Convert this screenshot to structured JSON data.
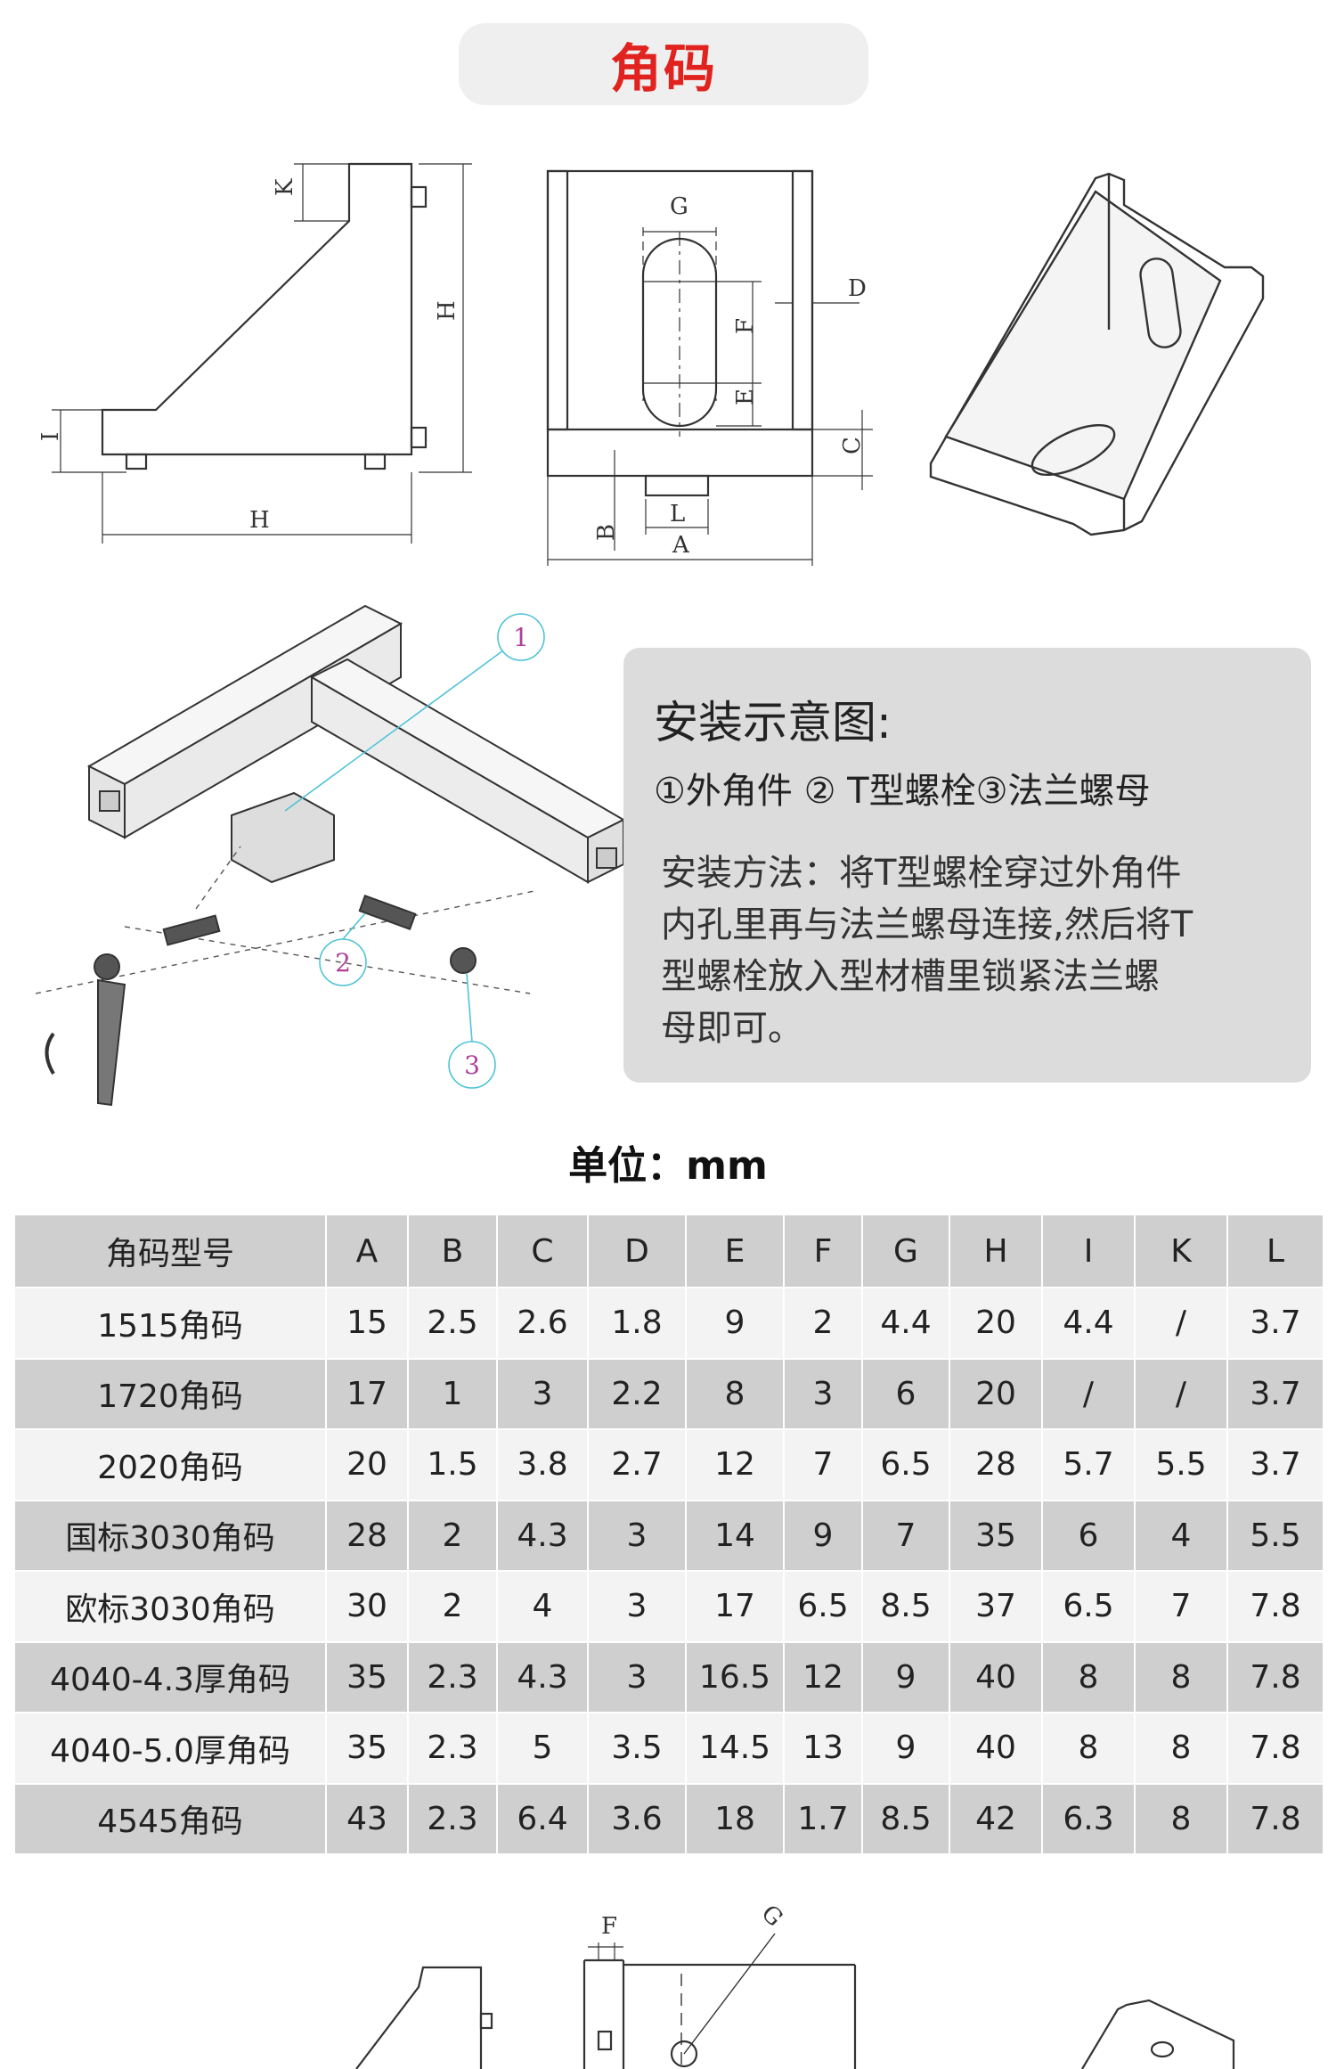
{
  "title": "角码",
  "drawing_labels": {
    "side": {
      "K": "K",
      "H_vertical": "H",
      "I": "I",
      "H_horizontal": "H"
    },
    "front": {
      "G": "G",
      "D": "D",
      "F": "F",
      "E": "E",
      "C": "C",
      "L": "L",
      "B": "B",
      "A": "A"
    },
    "bottom": {
      "F": "F",
      "G": "G"
    }
  },
  "callouts": [
    "1",
    "2",
    "3"
  ],
  "installation": {
    "title": "安装示意图:",
    "parts": "①外角件 ② T型螺栓③法兰螺母",
    "method_lines": [
      "安装方法：将T型螺栓穿过外角件",
      "内孔里再与法兰螺母连接,然后将T",
      "型螺栓放入型材槽里锁紧法兰螺",
      "母即可。"
    ]
  },
  "unit_label": "单位：mm",
  "table": {
    "headers": [
      "角码型号",
      "A",
      "B",
      "C",
      "D",
      "E",
      "F",
      "G",
      "H",
      "I",
      "K",
      "L"
    ],
    "rows": [
      [
        "1515角码",
        "15",
        "2.5",
        "2.6",
        "1.8",
        "9",
        "2",
        "4.4",
        "20",
        "4.4",
        "/",
        "3.7"
      ],
      [
        "1720角码",
        "17",
        "1",
        "3",
        "2.2",
        "8",
        "3",
        "6",
        "20",
        "/",
        "/",
        "3.7"
      ],
      [
        "2020角码",
        "20",
        "1.5",
        "3.8",
        "2.7",
        "12",
        "7",
        "6.5",
        "28",
        "5.7",
        "5.5",
        "3.7"
      ],
      [
        "国标3030角码",
        "28",
        "2",
        "4.3",
        "3",
        "14",
        "9",
        "7",
        "35",
        "6",
        "4",
        "5.5"
      ],
      [
        "欧标3030角码",
        "30",
        "2",
        "4",
        "3",
        "17",
        "6.5",
        "8.5",
        "37",
        "6.5",
        "7",
        "7.8"
      ],
      [
        "4040-4.3厚角码",
        "35",
        "2.3",
        "4.3",
        "3",
        "16.5",
        "12",
        "9",
        "40",
        "8",
        "8",
        "7.8"
      ],
      [
        "4040-5.0厚角码",
        "35",
        "2.3",
        "5",
        "3.5",
        "14.5",
        "13",
        "9",
        "40",
        "8",
        "8",
        "7.8"
      ],
      [
        "4545角码",
        "43",
        "2.3",
        "6.4",
        "3.6",
        "18",
        "1.7",
        "8.5",
        "42",
        "6.3",
        "8",
        "7.8"
      ]
    ]
  },
  "colors": {
    "title_red": "#e0231e",
    "pill_bg": "#efefef",
    "note_bg": "#dcdcdc",
    "row_dark": "#cfcfcf",
    "row_light": "#f3f3f3",
    "callout_cyan": "#4fc3d6",
    "callout_magenta": "#b0409a"
  }
}
